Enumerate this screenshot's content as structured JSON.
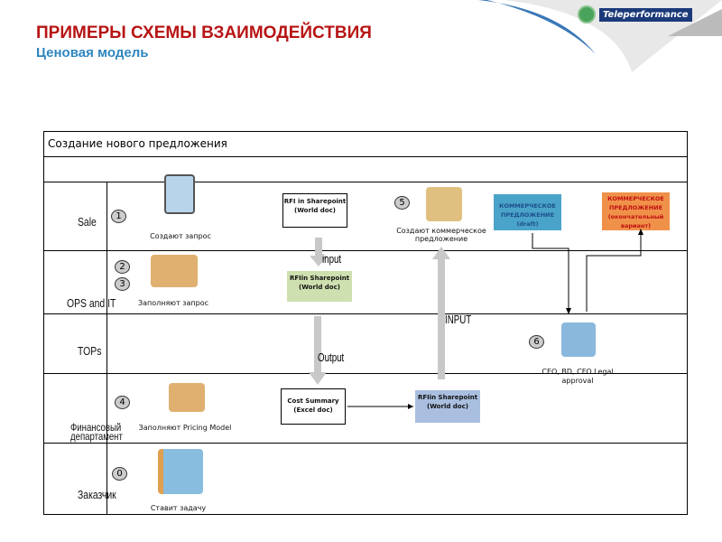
{
  "header": {
    "title": "ПРИМЕРЫ СХЕМЫ ВЗАИМОДЕЙСТВИЯ",
    "subtitle": "Ценовая модель",
    "logo_text": "Teleperformance"
  },
  "diagram": {
    "table_title": "Создание нового предложения",
    "lanes": [
      "Sale",
      "OPS and IT",
      "TOPs",
      "Финансовый департамент",
      "Заказчик"
    ],
    "steps": [
      {
        "num": "1",
        "caption": "Создают запрос"
      },
      {
        "num": "2",
        "caption": ""
      },
      {
        "num": "3",
        "caption": "Заполняют запрос"
      },
      {
        "num": "4",
        "caption": "Заполняют  Pricing Model"
      },
      {
        "num": "0",
        "caption": "Ставит задачу"
      },
      {
        "num": "5",
        "caption": "Создают коммерческое предложение"
      },
      {
        "num": "6",
        "caption": "CEO, BD, CFO Legal approval"
      }
    ],
    "documents": {
      "rfi_white": "RFI in Sharepoint (World doc)",
      "rfi_green": "RFIin Sharepoint (World doc)",
      "cost_summary": "Cost Summary (Excel doc)",
      "rfi_blue": "RFIin Sharepoint (World doc)",
      "offer_draft": "КОММЕРЧЕСКОЕ ПРЕДЛОЖЕНИЕ (draft)",
      "offer_final": "КОММЕРЧЕСКОЕ ПРЕДЛОЖЕНИЕ (окончательный вариант)"
    },
    "arrow_labels": {
      "input": "input",
      "output": "Output",
      "input_up": "INPUT"
    },
    "colors": {
      "title": "#b81414",
      "subtitle": "#2e86c1",
      "draft": "#4aa3c8",
      "final": "#f0914a",
      "green_doc": "#cfe0b0",
      "blue_doc": "#aabfdf"
    }
  }
}
